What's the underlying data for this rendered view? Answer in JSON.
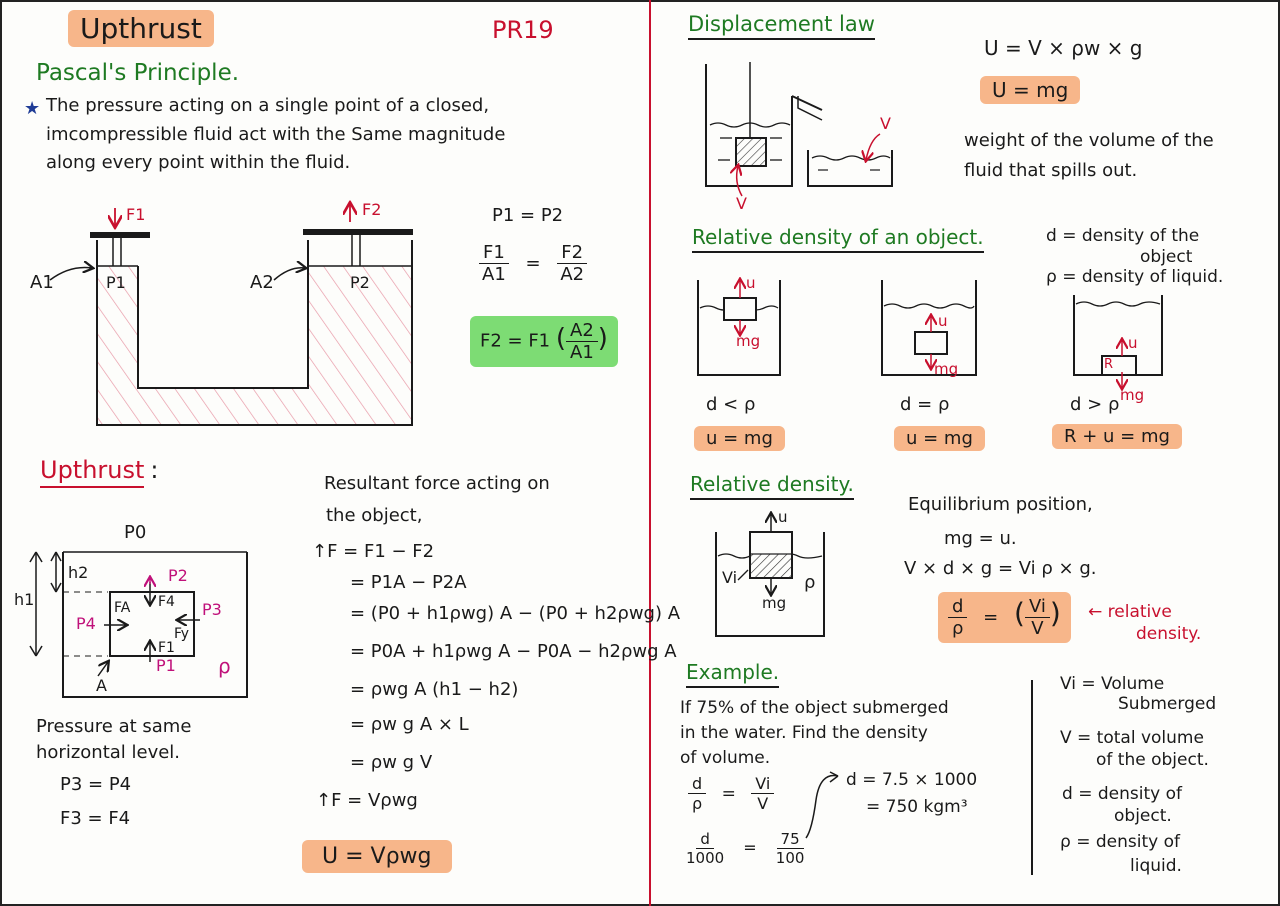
{
  "left": {
    "title": "Upthrust",
    "page_code": "PR19",
    "pascal": {
      "heading": "Pascal's Principle.",
      "bullet_star": "★",
      "text_line1": "The pressure acting on a single point of a closed,",
      "text_line2": "imcompressible fluid act with the Same magnitude",
      "text_line3": "along every point within the fluid.",
      "f1": "F1",
      "f2": "F2",
      "a1": "A1",
      "a2": "A2",
      "p1": "P1",
      "p2": "P2",
      "eq1": "P1 = P2",
      "eq2_lhs_n": "F1",
      "eq2_lhs_d": "A1",
      "eq2_rhs_n": "F2",
      "eq2_rhs_d": "A2",
      "eq3_prefix": "F2 = F1",
      "eq3_n": "A2",
      "eq3_d": "A1"
    },
    "upthrust": {
      "heading": "Upthrust",
      "colon": ":",
      "p0": "P0",
      "h2": "h2",
      "h1": "h1",
      "p2": "P2",
      "f4": "F4",
      "p3": "P3",
      "fa": "FA",
      "p4": "P4",
      "fy": "Fy",
      "f1": "F1",
      "p1": "P1",
      "a": "A",
      "rho": "ρ",
      "pressure_line1": "Pressure at same",
      "pressure_line2": "horizontal level.",
      "eq_p": "P3 = P4",
      "eq_f": "F3 = F4",
      "resultant_line1": "Resultant force acting on",
      "resultant_line2": "the object,",
      "derivation": [
        "↑F  =  F1 − F2",
        "=  P1A − P2A",
        "=  (P0 + h1ρwg) A − (P0 + h2ρwg) A",
        "=  P0A + h1ρwg A − P0A − h2ρwg A",
        "=  ρwg A (h1 − h2)",
        "=  ρw g A × L",
        "=  ρw g V"
      ],
      "result_line": "↑F  =  Vρwg",
      "boxed": "U  =  Vρwg"
    }
  },
  "right": {
    "displacement": {
      "heading": "Displacement law",
      "eq1": "U =  V × ρw × g",
      "boxed": "U =  mg",
      "desc_line1": "weight of the volume of the",
      "desc_line2": "fluid that spills out.",
      "v_label": "V"
    },
    "relative_object": {
      "heading": "Relative density of an object.",
      "def_d_line1": "d = density of the",
      "def_d_line2": "object",
      "def_rho": "ρ = density of liquid.",
      "u": "u",
      "mg": "mg",
      "r": "R",
      "cond1": "d < ρ",
      "cond2": "d = ρ",
      "cond3": "d > ρ",
      "box1": "u = mg",
      "box2": "u = mg",
      "box3": "R + u = mg"
    },
    "relative_density": {
      "heading": "Relative density.",
      "vi": "Vi",
      "rho": "ρ",
      "u": "u",
      "mg": "mg",
      "eq_title": "Equilibrium position,",
      "eq1": "mg = u.",
      "eq2": "V × d × g  =  Vi ρ × g.",
      "frac_l_n": "d",
      "frac_l_d": "ρ",
      "frac_r_n": "Vi",
      "frac_r_d": "V",
      "arrow_note_line1": "← relative",
      "arrow_note_line2": "density."
    },
    "example": {
      "heading": "Example.",
      "q_line1": "If 75% of the object submerged",
      "q_line2": "in the water. Find the density",
      "q_line3": "of volume.",
      "s1_ln": "d",
      "s1_ld": "ρ",
      "s1_rn": "Vi",
      "s1_rd": "V",
      "s2_ln": "d",
      "s2_ld": "1000",
      "s2_rn": "75",
      "s2_rd": "100",
      "ans1": "d  =  7.5 × 1000",
      "ans2": "=  750 kgm³",
      "legend": [
        "Vi = Volume",
        "Submerged",
        "V = total volume",
        "of the object.",
        "d = density of",
        "object.",
        "ρ = density of",
        "liquid."
      ]
    }
  }
}
